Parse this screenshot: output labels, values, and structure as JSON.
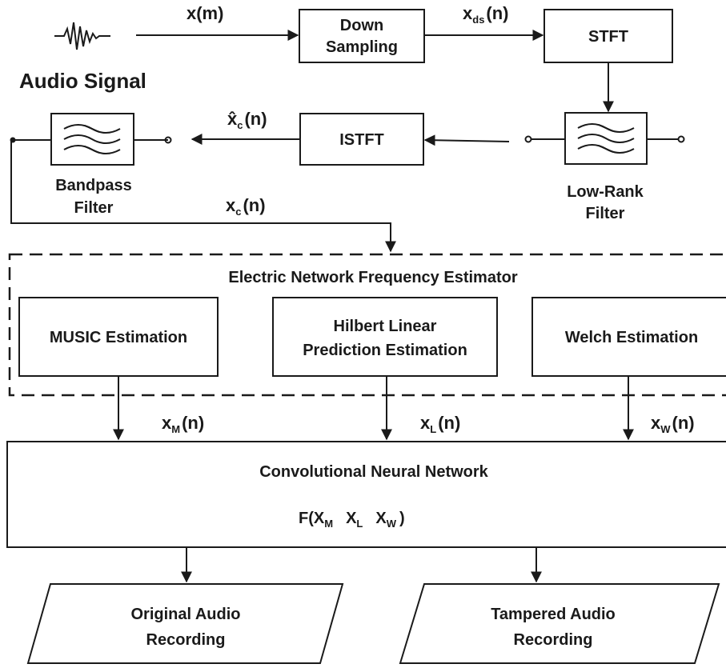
{
  "source": {
    "label": "Audio Signal",
    "signal": "x(m)"
  },
  "blocks": {
    "downsampling": {
      "line1": "Down",
      "line2": "Sampling"
    },
    "stft": "STFT",
    "istft": "ISTFT",
    "lowrank": {
      "line1": "Low-Rank",
      "line2": "Filter"
    },
    "bandpass": {
      "line1": "Bandpass",
      "line2": "Filter"
    },
    "estimator_group": "Electric Network Frequency Estimator",
    "music": "MUSIC Estimation",
    "hilbert": {
      "line1": "Hilbert Linear",
      "line2": "Prediction Estimation"
    },
    "welch": "Welch Estimation",
    "cnn": "Convolutional Neural Network",
    "original": {
      "line1": "Original Audio",
      "line2": "Recording"
    },
    "tampered": {
      "line1": "Tampered Audio",
      "line2": "Recording"
    }
  },
  "signals": {
    "xds": {
      "base": "x",
      "sub": "ds",
      "tail": "(n)"
    },
    "xhat": {
      "base": "x̂",
      "sub": "c",
      "tail": "(n)"
    },
    "xc": {
      "base": "x",
      "sub": "c",
      "tail": "(n)"
    },
    "xM": {
      "base": "x",
      "sub": "M",
      "tail": "(n)"
    },
    "xL": {
      "base": "x",
      "sub": "L",
      "tail": "(n)"
    },
    "xW": {
      "base": "x",
      "sub": "W",
      "tail": "(n)"
    }
  },
  "cnn_formula": {
    "open": "F(",
    "t1": {
      "base": "X",
      "sub": "M"
    },
    "t2": {
      "base": "X",
      "sub": "L"
    },
    "t3": {
      "base": "X",
      "sub": "W"
    },
    "close": ")"
  }
}
